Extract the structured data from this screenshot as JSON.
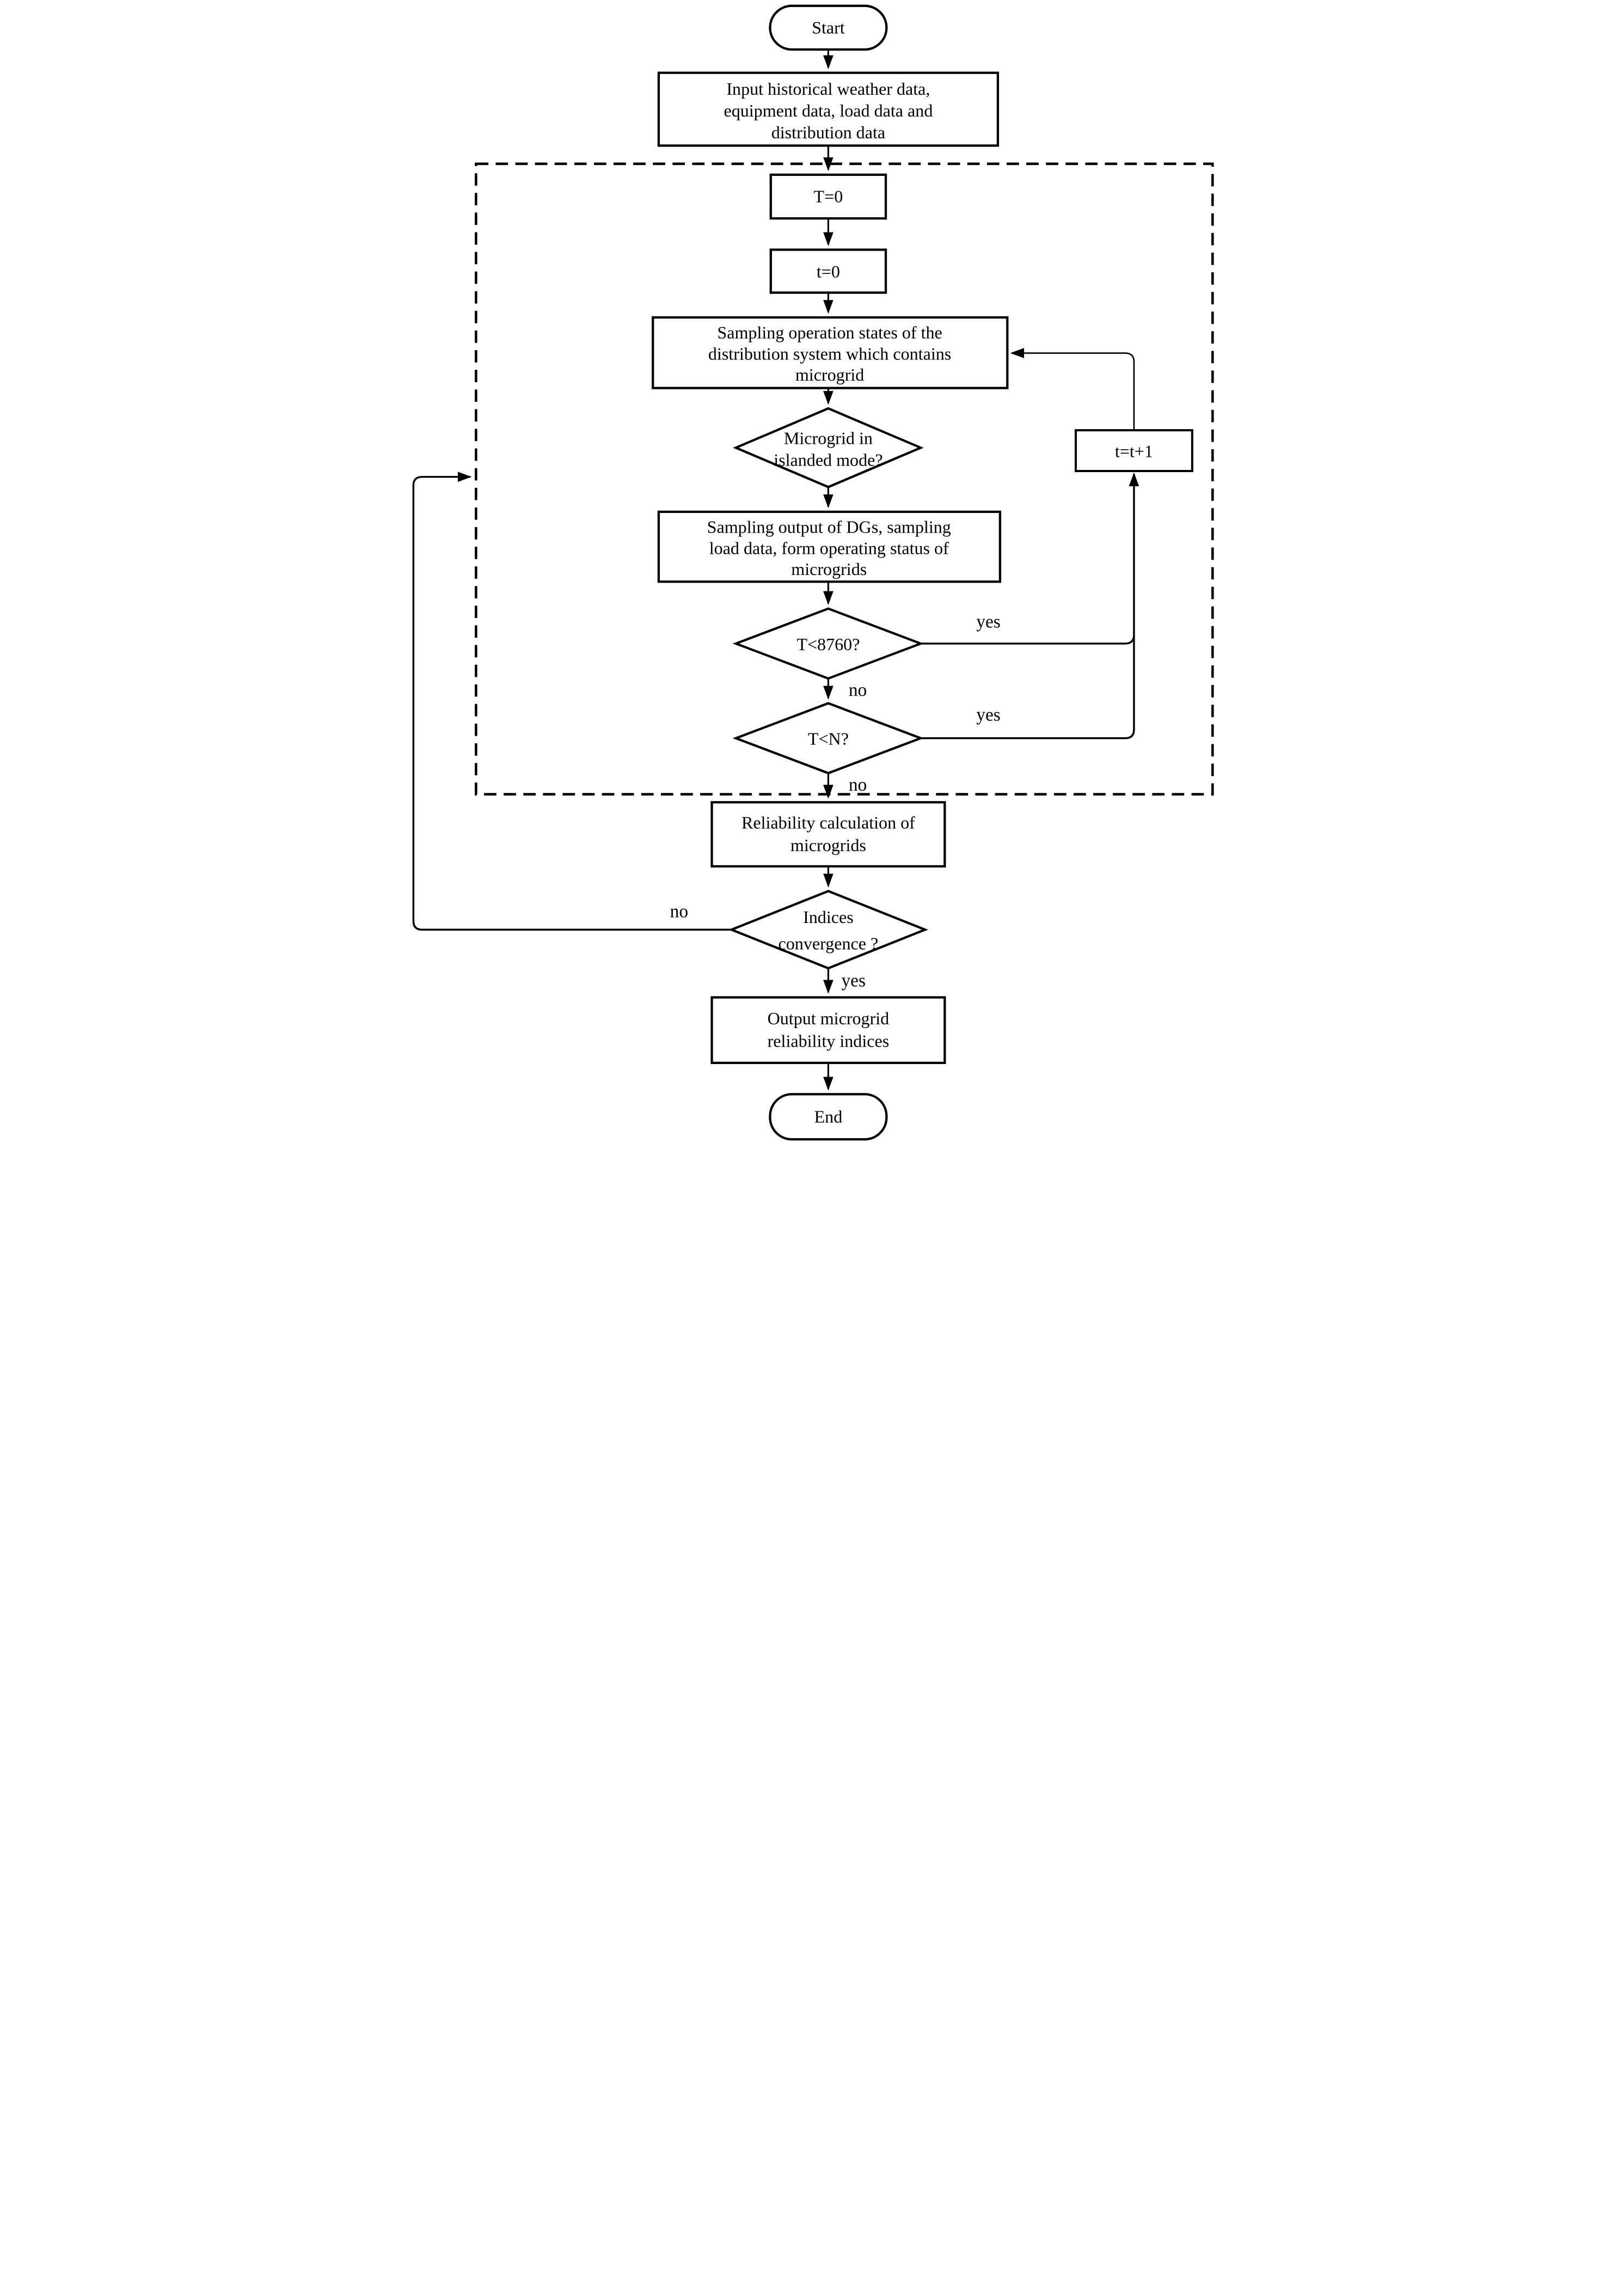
{
  "flowchart": {
    "nodes": {
      "start": {
        "label": "Start"
      },
      "input_data": {
        "line1": "Input historical weather data,",
        "line2": "equipment data, load data and",
        "line3": "distribution data"
      },
      "T_init": {
        "label": "T=0"
      },
      "t_init": {
        "label": "t=0"
      },
      "sampling_states": {
        "line1": "Sampling operation states of the",
        "line2": "distribution system which contains",
        "line3": "microgrid"
      },
      "islanded_decision": {
        "line1": "Microgrid in",
        "line2": "islanded mode?"
      },
      "sampling_output": {
        "line1": "Sampling output of DGs, sampling",
        "line2": "load data, form operating status of",
        "line3": "microgrids"
      },
      "hour_decision": {
        "label": "T<8760?"
      },
      "sample_decision": {
        "label": "T<N?"
      },
      "t_increment": {
        "label": "t=t+1"
      },
      "reliability_calc": {
        "line1": "Reliability calculation of",
        "line2": "microgrids"
      },
      "convergence_decision": {
        "line1": "Indices",
        "line2": "convergence ?"
      },
      "output_indices": {
        "line1": "Output microgrid",
        "line2": "reliability indices"
      },
      "end": {
        "label": "End"
      }
    },
    "edge_labels": {
      "hour_yes": "yes",
      "hour_no": "no",
      "sample_yes": "yes",
      "sample_no": "no",
      "convergence_no": "no",
      "convergence_yes": "yes"
    },
    "colors": {
      "line": "#000000",
      "background": "#ffffff"
    }
  }
}
